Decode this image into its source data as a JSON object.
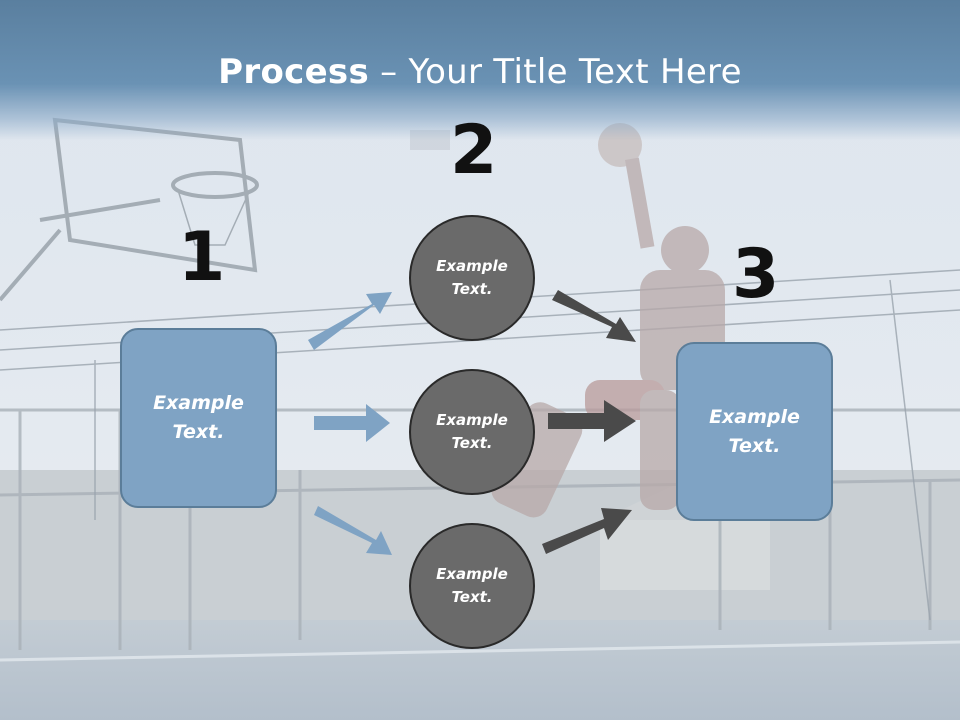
{
  "title": {
    "bold": "Process",
    "rest": " – Your Title Text Here"
  },
  "steps": [
    "1",
    "2",
    "3"
  ],
  "left_box": {
    "text": "Example Text."
  },
  "circles": [
    {
      "text": "Example Text."
    },
    {
      "text": "Example Text."
    },
    {
      "text": "Example Text."
    }
  ],
  "right_box": {
    "text": "Example Text."
  },
  "colors": {
    "box_fill": "#7fa3c4",
    "circle_fill": "#6a6a6a",
    "blue_arrow": "#7fa3c4",
    "dark_arrow": "#4a4a4a",
    "title_band": "#5a7f9f"
  }
}
